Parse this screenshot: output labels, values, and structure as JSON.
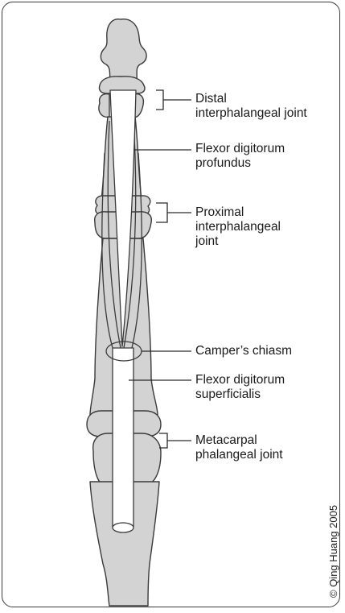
{
  "labels": {
    "distal_ip_joint": [
      "Distal",
      "interphalangeal joint"
    ],
    "fdp": [
      "Flexor digitorum",
      "profundus"
    ],
    "proximal_ip_joint": [
      "Proximal",
      "interphalangeal",
      "joint"
    ],
    "campers_chiasm": [
      "Camper’s chiasm"
    ],
    "fds": [
      "Flexor digitorum",
      "superficialis"
    ],
    "mcp_joint": [
      "Metacarpal",
      "phalangeal joint"
    ]
  },
  "credit": "© Qing Huang 2005",
  "colors": {
    "bone": "#d3d3d3",
    "tendon": "#ffffff",
    "outline": "#3a3a3a"
  }
}
